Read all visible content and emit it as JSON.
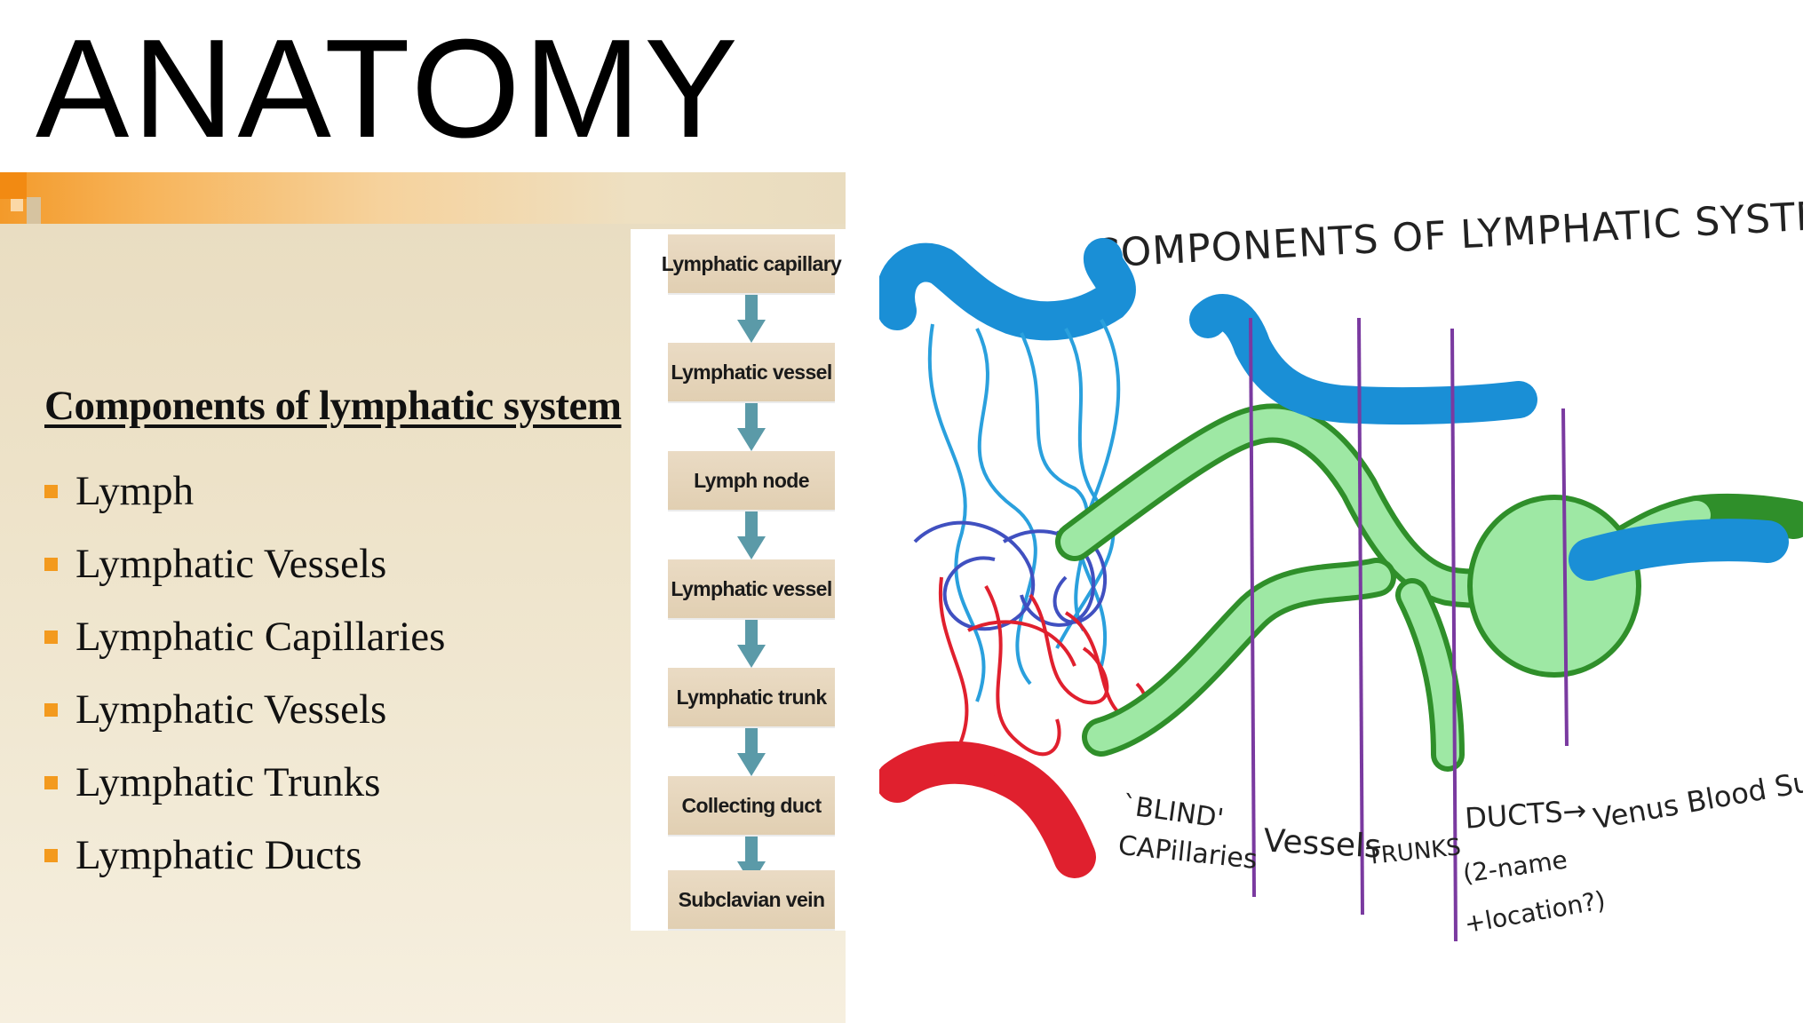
{
  "slide": {
    "title": "ANATOMY"
  },
  "left_image": {
    "heading": "Components of lymphatic system",
    "items": [
      "Lymph",
      "Lymphatic Vessels",
      "Lymphatic Capillaries",
      "Lymphatic Vessels",
      "Lymphatic Trunks",
      "Lymphatic Ducts"
    ],
    "flow": [
      "Lymphatic capillary",
      "Lymphatic vessel",
      "Lymph node",
      "Lymphatic vessel",
      "Lymphatic trunk",
      "Collecting duct",
      "Subclavian vein"
    ],
    "colors": {
      "bullet": "#f39a1e",
      "arrow": "#5b9aa8",
      "flow_box": "#e1cfb2"
    }
  },
  "right_drawing": {
    "title": "COMPONENTS OF LYMPHATIC SYSTEM",
    "labels": {
      "blind": "`BLIND'",
      "capillaries": "CAPillaries",
      "vessels": "Vessels",
      "trunks": "TRUNKS",
      "ducts": "DUCTS→",
      "blood": "Venus Blood Supply",
      "note1": "(2-name",
      "note2": "+location?)"
    },
    "colors": {
      "vein": "#1a8fd6",
      "artery": "#e0202e",
      "lymph_fill": "#9ee8a4",
      "lymph_outline": "#2f8f2a",
      "divider": "#7a3aa0"
    }
  }
}
